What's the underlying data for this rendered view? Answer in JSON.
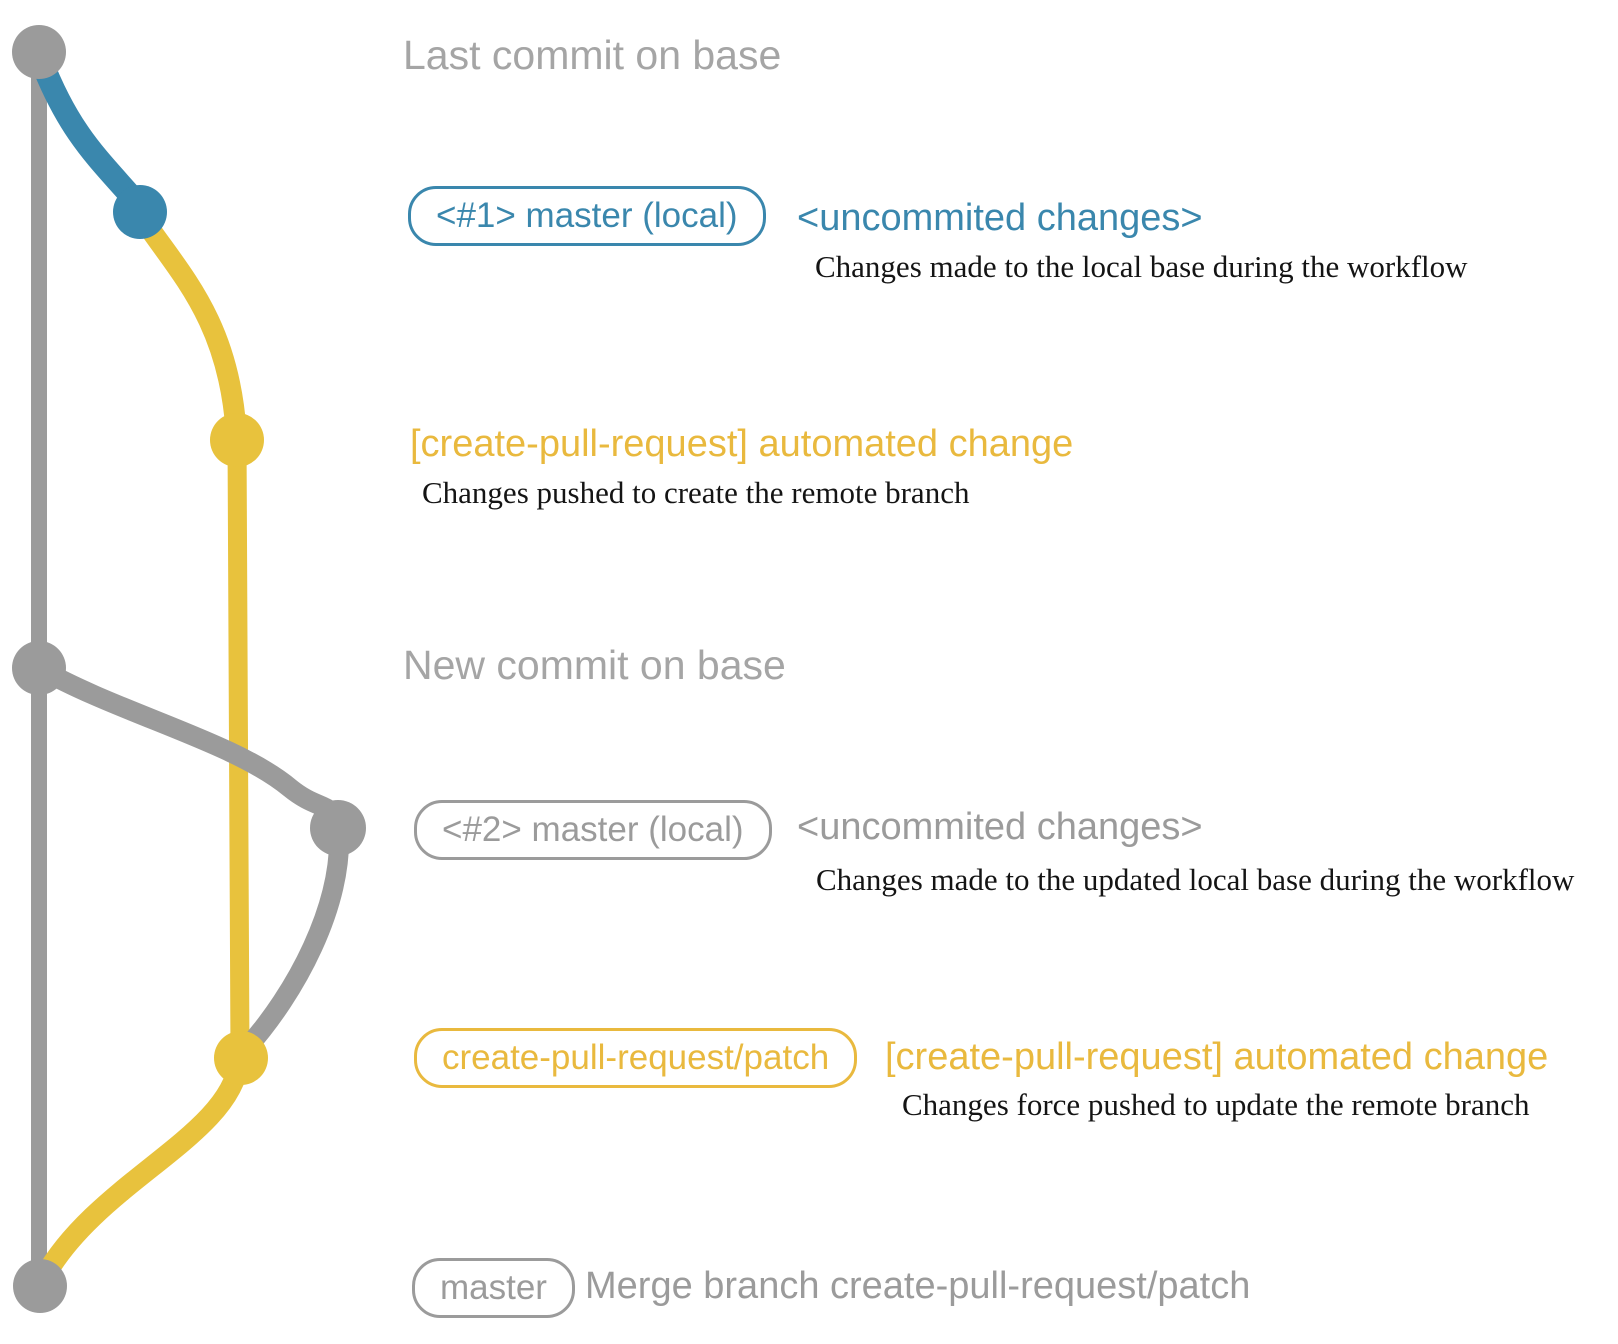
{
  "colors": {
    "gray": "#9b9b9b",
    "heading_gray": "#a5a5a5",
    "blue": "#3a87ad",
    "yellow": "#e9b93e",
    "graph_yellow": "#e8c23d",
    "ink": "#141414"
  },
  "rows": [
    {
      "headline": "Last commit on base",
      "headline_color": "gray"
    },
    {
      "badge": "<#1> master (local)",
      "badge_color": "blue",
      "headline": "<uncommited changes>",
      "headline_color": "blue",
      "description": "Changes made to the local base during the workflow"
    },
    {
      "headline": "[create-pull-request] automated change",
      "headline_color": "yellow",
      "description": "Changes pushed to create the remote branch"
    },
    {
      "headline": "New commit on base",
      "headline_color": "gray"
    },
    {
      "badge": "<#2> master (local)",
      "badge_color": "gray",
      "headline": "<uncommited changes>",
      "headline_color": "gray",
      "description": "Changes made to the updated local base during the workflow"
    },
    {
      "badge": "create-pull-request/patch",
      "badge_color": "yellow",
      "headline": "[create-pull-request] automated change",
      "headline_color": "yellow",
      "description": "Changes force pushed to update the remote branch"
    },
    {
      "badge": "master",
      "badge_color": "gray",
      "headline": "Merge branch create-pull-request/patch",
      "headline_color": "gray"
    }
  ],
  "graph": {
    "commits": [
      {
        "row": 0,
        "color": "gray"
      },
      {
        "row": 1,
        "color": "blue"
      },
      {
        "row": 2,
        "color": "yellow"
      },
      {
        "row": 3,
        "color": "gray"
      },
      {
        "row": 4,
        "color": "gray"
      },
      {
        "row": 5,
        "color": "yellow"
      },
      {
        "row": 6,
        "color": "gray"
      }
    ]
  }
}
